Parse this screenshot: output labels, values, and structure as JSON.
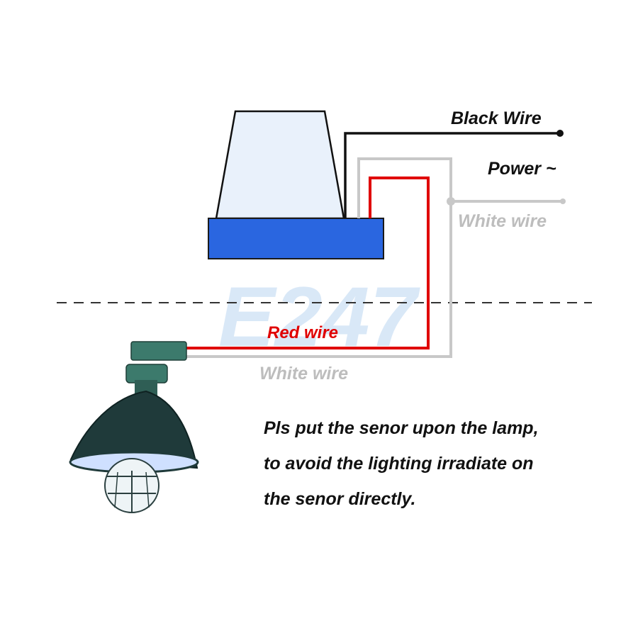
{
  "labels": {
    "black_wire": "Black Wire",
    "power": "Power ~",
    "white_wire_top": "White wire",
    "red_wire": "Red wire",
    "white_wire_bottom": "White wire"
  },
  "watermark": "E247",
  "note": {
    "line1": "Pls put the senor upon the lamp,",
    "line2": "to avoid the lighting  irradiate on",
    "line3": "the senor directly."
  },
  "colors": {
    "black_wire": "#111111",
    "white_wire": "#c8c8c8",
    "red_wire": "#e00000",
    "sensor_base": "#2a66e0",
    "sensor_dome": "#e9f1fb",
    "lamp_shade": "#1f3a3a",
    "fixture": "#3c7a6c",
    "watermark": "#7ab0e6"
  }
}
